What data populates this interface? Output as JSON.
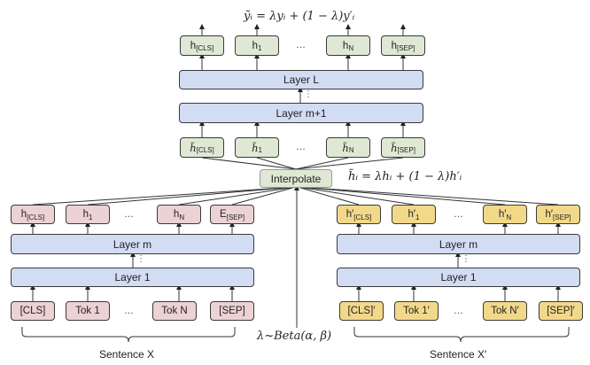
{
  "title_formula": "ỹᵢ = λyᵢ + (1 − λ)y′ᵢ",
  "interpolate_formula": "h̃ᵢ = λhᵢ + (1 − λ)h′ᵢ",
  "lambda_formula": "λ~Beta(α, β)",
  "interpolate_label": "Interpolate",
  "ellipsis": "…",
  "vdots": "⋮",
  "top": {
    "outputs": [
      {
        "base": "h",
        "sub": "[CLS]"
      },
      {
        "base": "h",
        "sub": "1"
      },
      {
        "base": "h",
        "sub": "N"
      },
      {
        "base": "h",
        "sub": "[SEP]"
      }
    ],
    "layer_top": "Layer L",
    "layer_bottom": "Layer m+1",
    "mixed": [
      {
        "base": "h̃",
        "sub": "[CLS]"
      },
      {
        "base": "h̃",
        "sub": "1"
      },
      {
        "base": "h̃",
        "sub": "N"
      },
      {
        "base": "h̃",
        "sub": "[SEP]"
      }
    ]
  },
  "left": {
    "hidden": [
      {
        "base": "h",
        "sub": "[CLS]"
      },
      {
        "base": "h",
        "sub": "1"
      },
      {
        "base": "h",
        "sub": "N"
      },
      {
        "base": "E",
        "sub": "[SEP]"
      }
    ],
    "layer_top": "Layer m",
    "layer_bottom": "Layer 1",
    "tokens": [
      "[CLS]",
      "Tok 1",
      "Tok N",
      "[SEP]"
    ],
    "caption": "Sentence X"
  },
  "right": {
    "hidden": [
      {
        "base": "h′",
        "sub": "[CLS]"
      },
      {
        "base": "h′",
        "sub": "1"
      },
      {
        "base": "h′",
        "sub": "N"
      },
      {
        "base": "h′",
        "sub": "[SEP]"
      }
    ],
    "layer_top": "Layer m",
    "layer_bottom": "Layer 1",
    "tokens": [
      "[CLS]′",
      "Tok 1′",
      "Tok N′",
      "[SEP]′"
    ],
    "caption": "Sentence X′"
  },
  "colors": {
    "layer": "#d2dcf3",
    "top_nodes": "#dfe8d4",
    "sentence_x": "#ecd2d4",
    "sentence_x_prime": "#f2d98a"
  }
}
